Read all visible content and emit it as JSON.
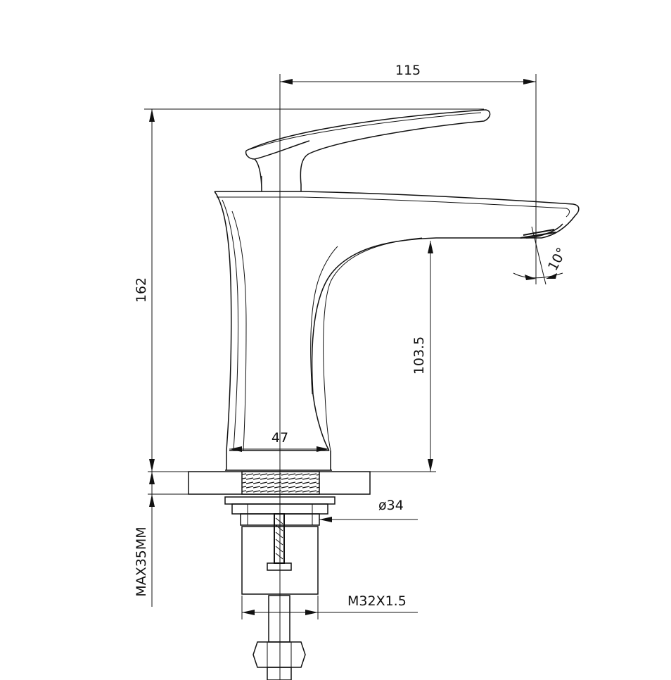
{
  "dimensions": {
    "width_top": "115",
    "total_height": "162",
    "spout_height": "103.5",
    "base_width": "47",
    "shank_diameter": "ø34",
    "thread": "M32X1.5",
    "max_thickness": "MAX35MM",
    "spout_angle": "10°"
  },
  "colors": {
    "line": "#111111",
    "background": "#ffffff"
  }
}
